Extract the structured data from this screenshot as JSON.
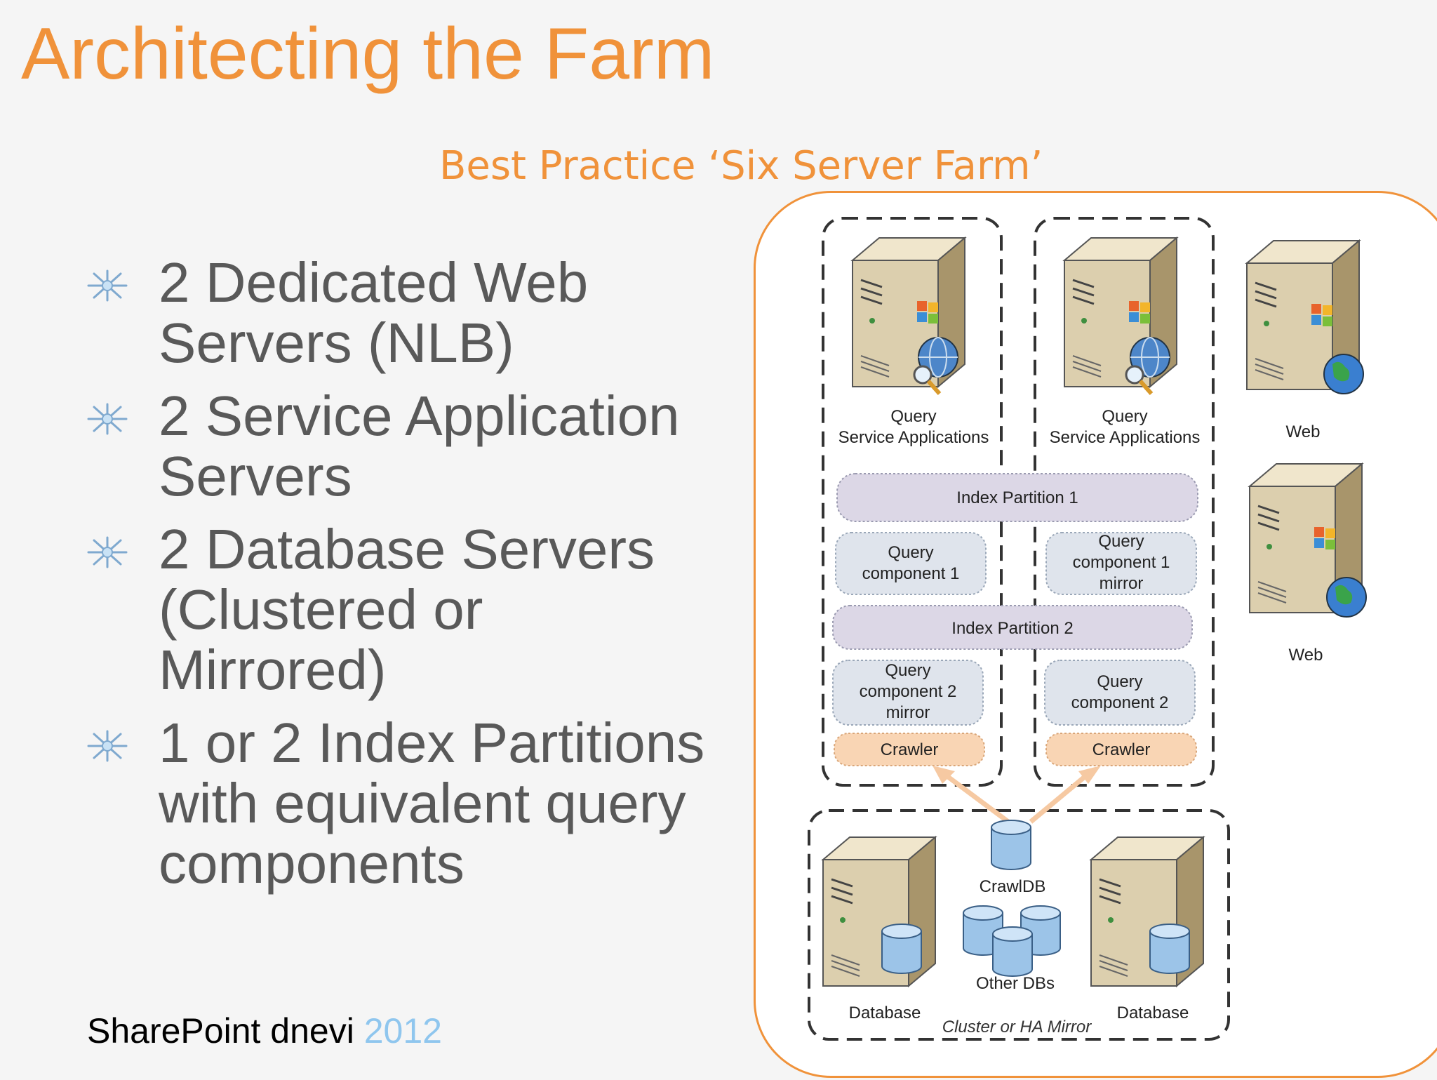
{
  "slide": {
    "title": "Architecting the Farm",
    "subtitle": "Best Practice ‘Six Server Farm’",
    "bullets": [
      {
        "lines": [
          "2 Dedicated Web",
          "Servers (NLB)"
        ]
      },
      {
        "lines": [
          "2 Service Application",
          "Servers"
        ]
      },
      {
        "lines": [
          "2 Database Servers",
          "(Clustered or",
          "Mirrored)"
        ]
      },
      {
        "lines": [
          "1 or 2 Index Partitions",
          "with equivalent query",
          "components"
        ]
      }
    ],
    "footer": {
      "brand": "SharePoint dnevi",
      "year": "2012"
    }
  },
  "diagram": {
    "servers": {
      "query_left": {
        "line1": "Query",
        "line2": "Service Applications"
      },
      "query_right": {
        "line1": "Query",
        "line2": "Service Applications"
      },
      "web_top": "Web",
      "web_bottom": "Web",
      "db_left": "Database",
      "db_right": "Database"
    },
    "index_partition_1": "Index Partition 1",
    "index_partition_2": "Index Partition 2",
    "query_component_1": [
      "Query",
      "component 1"
    ],
    "query_component_1_mirror": [
      "Query",
      "component 1",
      "mirror"
    ],
    "query_component_2_mirror": [
      "Query",
      "component 2",
      "mirror"
    ],
    "query_component_2": [
      "Query",
      "component 2"
    ],
    "crawler_left": "Crawler",
    "crawler_right": "Crawler",
    "crawldb": "CrawlDB",
    "other_dbs": "Other DBs",
    "cluster_caption": "Cluster or HA Mirror"
  },
  "colors": {
    "accent": "#f0923a",
    "bullet_text": "#595959",
    "year": "#8fc6ee",
    "partition_fill": "#dcd7e6",
    "component_fill": "#dfe4ec",
    "crawler_fill": "#f9d5b4"
  },
  "icons": [
    "snowflake-bullet-icon",
    "server-icon",
    "globe-icon",
    "magnifier-icon",
    "database-icon",
    "office-logo-icon"
  ]
}
